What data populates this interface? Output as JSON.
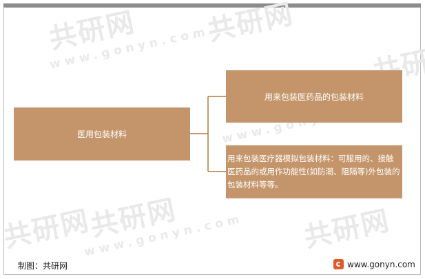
{
  "watermark": {
    "logo": "共研网",
    "url": "www.gonyn.com"
  },
  "diagram": {
    "root": "医用包装材料",
    "branches": [
      {
        "text": "用来包装医药品的包装材料"
      },
      {
        "text": "用来包装医疗器模拟包装材料：可服用的、接触医药品的或用作功能性(如防潮、阻隔等)外包装的包装材料等等。"
      }
    ]
  },
  "footer": {
    "caption": "制图：共研网",
    "site": "www.gonyn.com"
  },
  "colors": {
    "box_fill": "#c4956a",
    "connector": "#b07a3f",
    "text": "#ffffff"
  }
}
